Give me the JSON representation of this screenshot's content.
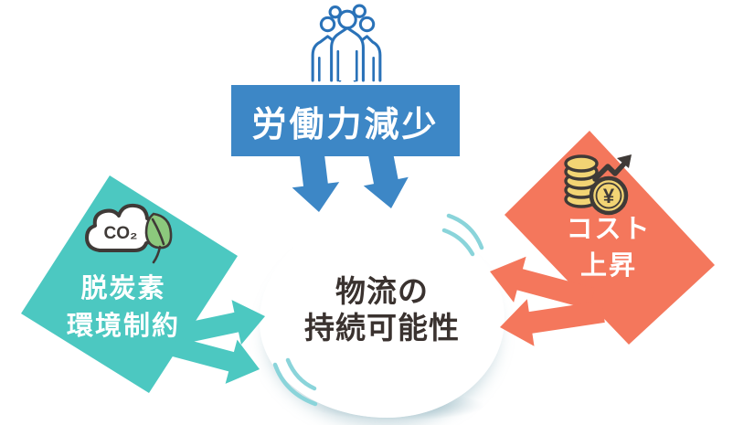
{
  "colors": {
    "blue": "#3d87c6",
    "teal": "#4cc8c1",
    "orange": "#f4775c",
    "bubble-rim": "#2db8c8",
    "arc": "#8ad4da",
    "dark-text": "#3a322f",
    "white-text": "#ffffff",
    "people-blue": "#2a72b8",
    "leaf-green": "#8cc97d",
    "coin-yellow": "#f2d474",
    "icon-outline": "#3f3a37"
  },
  "bubble": {
    "line1": "物流の",
    "line2": "持続可能性"
  },
  "banner": {
    "label": "労働力減少",
    "icon": "people-group-icon"
  },
  "left_diamond": {
    "line1": "脱炭素",
    "line2": "環境制約",
    "icon": "co2-cloud-leaf-icon",
    "co2_label": "CO₂"
  },
  "right_diamond": {
    "line1": "コスト",
    "line2": "上昇",
    "icon": "coins-yen-rise-icon",
    "yen_symbol": "¥"
  }
}
